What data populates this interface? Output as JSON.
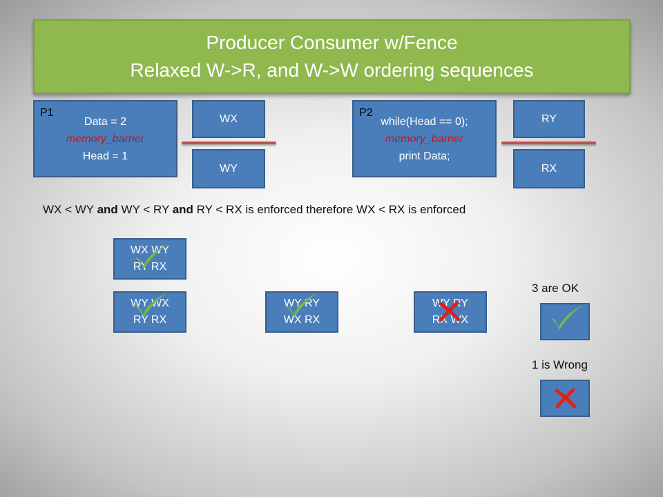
{
  "title": {
    "line1": "Producer Consumer w/Fence",
    "line2": "Relaxed W->R, and W->W ordering sequences"
  },
  "p1": {
    "label": "P1",
    "code": [
      "Data = 2",
      "memory_barrier",
      "Head = 1"
    ],
    "ops": [
      "WX",
      "WY"
    ]
  },
  "p2": {
    "label": "P2",
    "code": [
      "while(Head == 0);",
      "memory_barrier",
      "print Data;"
    ],
    "ops": [
      "RY",
      "RX"
    ]
  },
  "statement": {
    "a": "WX < WY ",
    "and1": "and",
    "b": " WY < RY ",
    "and2": "and",
    "c": " RY < RX is enforced therefore WX < RX is enforced"
  },
  "sequences": [
    {
      "line1": "WX WY",
      "line2": "RY RX",
      "result": "ok"
    },
    {
      "line1": "WY WX",
      "line2": "RY RX",
      "result": "ok"
    },
    {
      "line1": "WY RY",
      "line2": "WX RX",
      "result": "ok"
    },
    {
      "line1": "WY RY",
      "line2": "RX WX",
      "result": "wrong"
    }
  ],
  "legend": {
    "ok_label": "3 are OK",
    "wrong_label": "1 is Wrong"
  },
  "colors": {
    "check": "#7ab648",
    "cross": "#e0201b",
    "barrier_text": "#c0151b",
    "fence": "#c0504d"
  }
}
